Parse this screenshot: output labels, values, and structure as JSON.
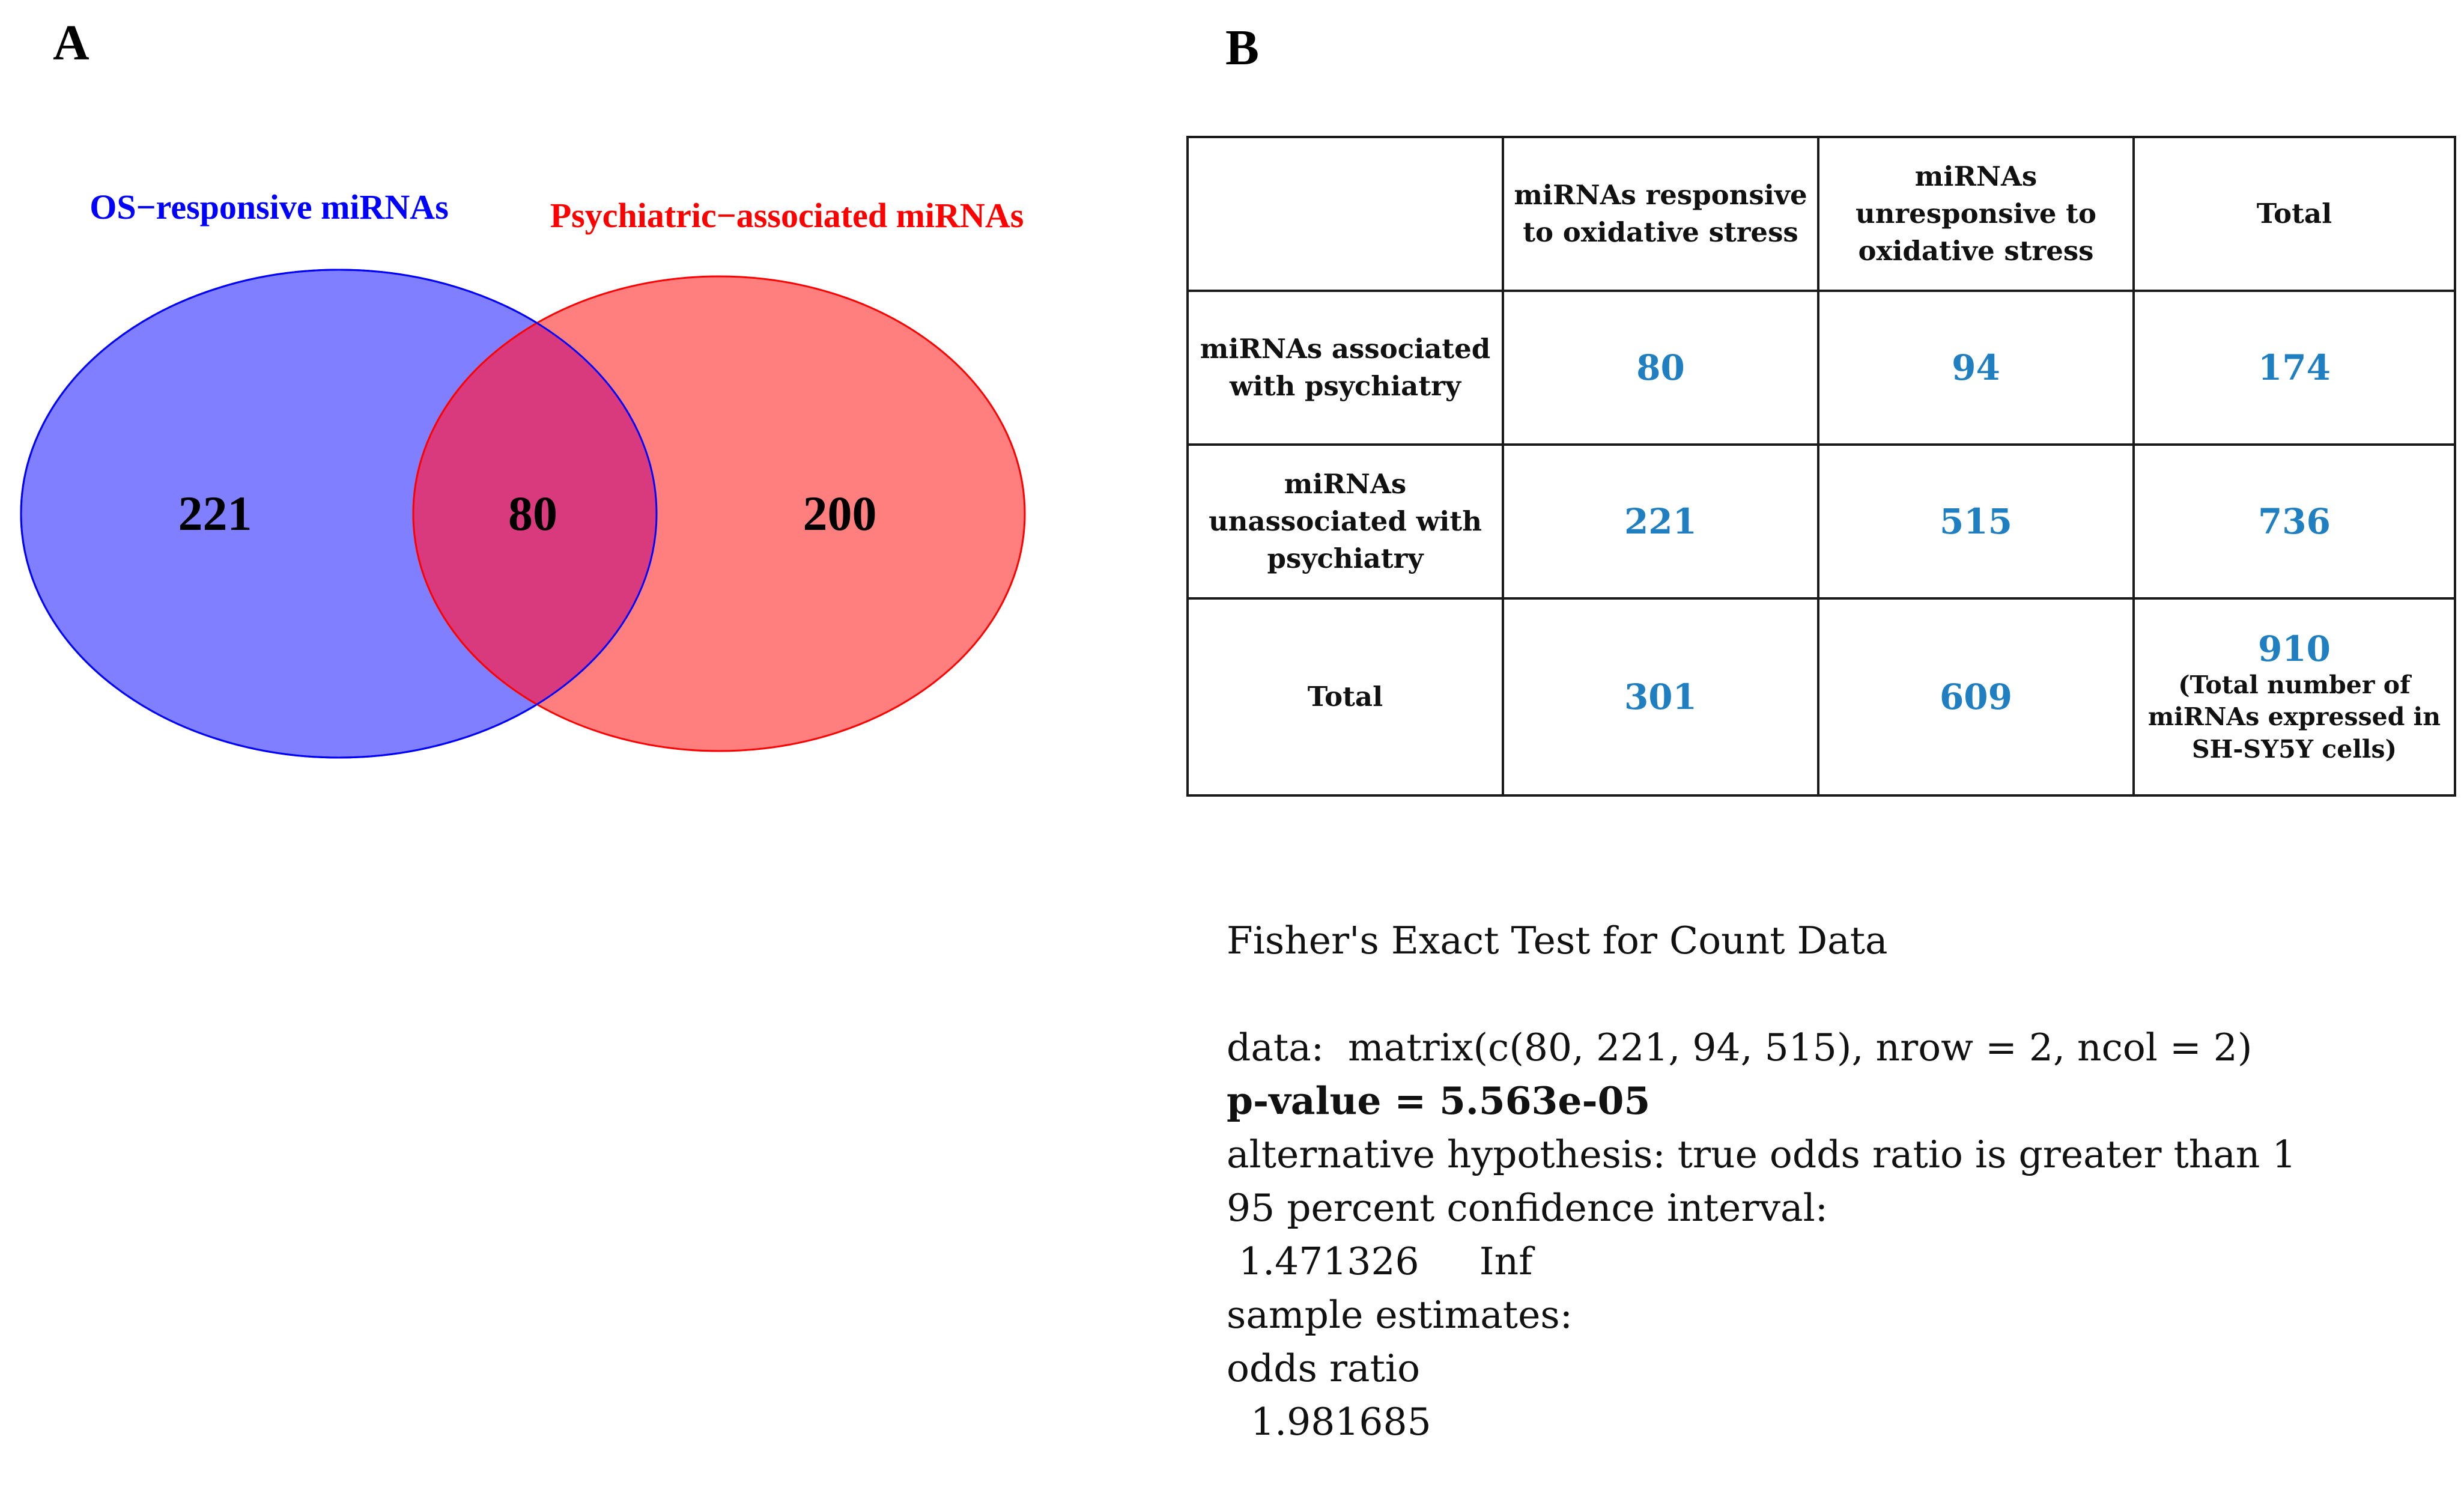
{
  "panels": {
    "a_label": "A",
    "b_label": "B"
  },
  "venn": {
    "left_title": "OS−responsive miRNAs",
    "right_title": "Psychiatric−associated miRNAs",
    "left_only": "221",
    "intersection": "80",
    "right_only": "200",
    "colors": {
      "left_fill": "#7f7fff",
      "left_stroke": "#0000ff",
      "right_fill": "#ff7f7f",
      "right_stroke": "#ff0000",
      "overlap_fill": "#d93a7d",
      "left_title": "#0000ff",
      "right_title": "#ff0000"
    }
  },
  "table": {
    "col_headers": [
      "",
      "miRNAs responsive to oxidative stress",
      "miRNAs unresponsive to oxidative stress",
      "Total"
    ],
    "rows": [
      {
        "label": "miRNAs associated with psychiatry",
        "values": [
          "80",
          "94",
          "174"
        ]
      },
      {
        "label": "miRNAs unassociated with psychiatry",
        "values": [
          "221",
          "515",
          "736"
        ]
      },
      {
        "label": "Total",
        "values": [
          "301",
          "609"
        ]
      }
    ],
    "grand_total": "910",
    "grand_total_note": "(Total number of miRNAs expressed in SH-SY5Y cells)",
    "number_color": "#1f7fc1"
  },
  "fisher": {
    "title": "Fisher's Exact Test for Count Data",
    "data_line": "data:  matrix(c(80, 221, 94, 515), nrow = 2, ncol = 2)",
    "p_value": "p-value = 5.563e-05",
    "alternative": "alternative hypothesis: true odds ratio is greater than 1",
    "ci_label": "95 percent confidence interval:",
    "ci_values": " 1.471326     Inf",
    "estimates_label": "sample estimates:",
    "odds_label": "odds ratio",
    "odds_value": "  1.981685"
  }
}
